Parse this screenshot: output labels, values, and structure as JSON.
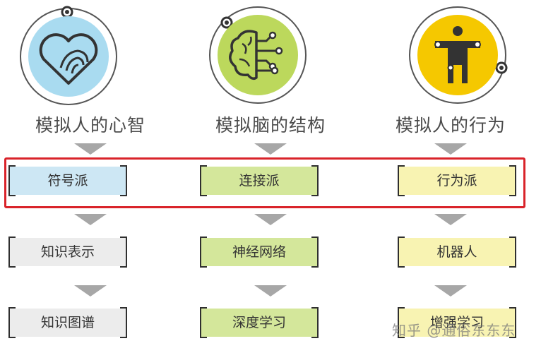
{
  "columns": [
    {
      "heading": "模拟人的心智",
      "icon": "heart-fingerprint-icon",
      "boxes": [
        "符号派",
        "知识表示",
        "知识图谱"
      ]
    },
    {
      "heading": "模拟脑的结构",
      "icon": "brain-circuit-icon",
      "boxes": [
        "连接派",
        "神经网络",
        "深度学习"
      ]
    },
    {
      "heading": "模拟人的行为",
      "icon": "humanoid-robot-icon",
      "boxes": [
        "行为派",
        "机器人",
        "增强学习"
      ]
    }
  ],
  "watermark": "知乎 @通俗东东东",
  "colors": {
    "symbolic": "#cde7f4",
    "connectionist": "#d4e79b",
    "behaviorist": "#f8f3b2",
    "highlight": "#d9232a",
    "arrow": "#a7a7a7"
  }
}
